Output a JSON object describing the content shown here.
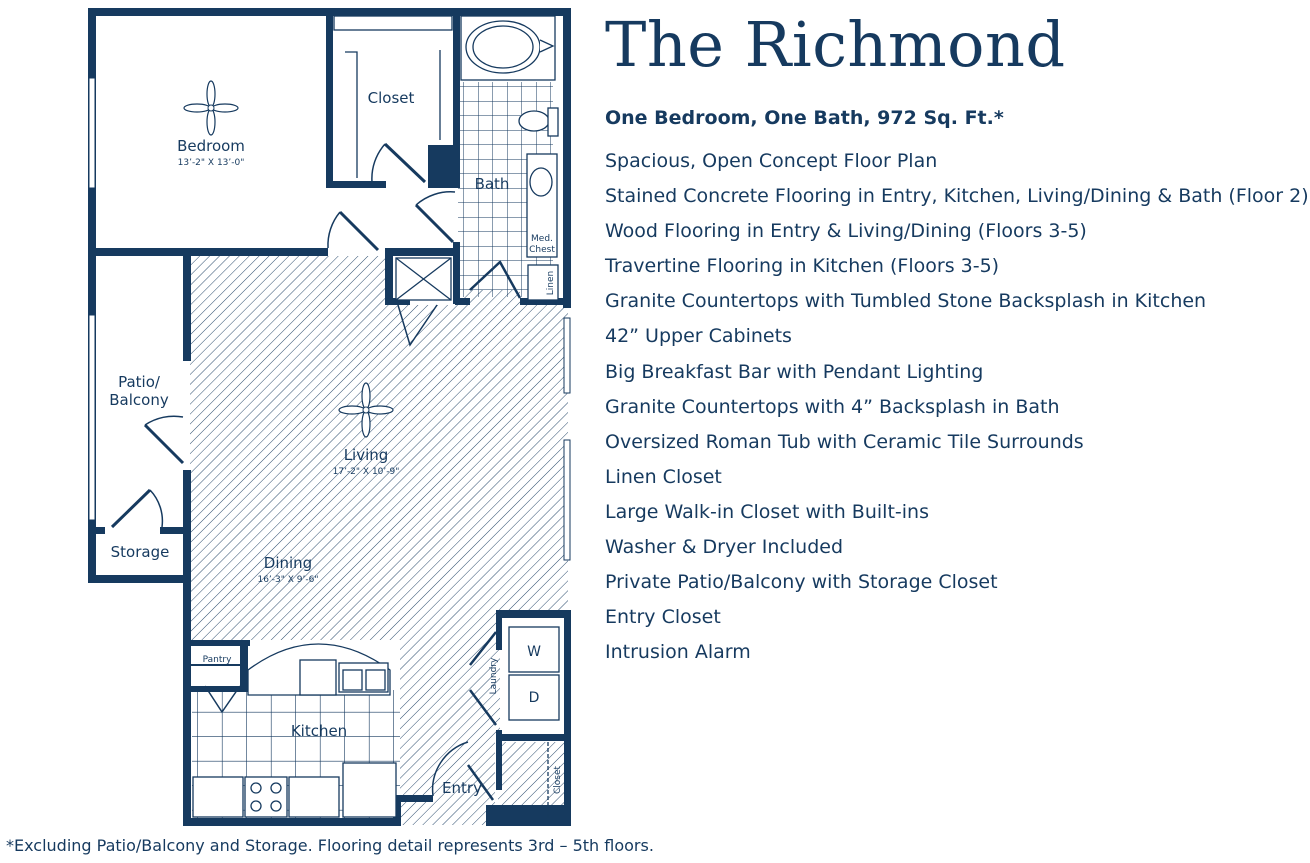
{
  "header": {
    "title": "The Richmond",
    "subtitle": "One Bedroom, One Bath, 972 Sq. Ft.*"
  },
  "features": [
    "Spacious, Open Concept Floor Plan",
    "Stained Concrete Flooring in Entry, Kitchen, Living/Dining & Bath (Floor 2)",
    "Wood Flooring in Entry & Living/Dining (Floors 3-5)",
    "Travertine Flooring in Kitchen (Floors 3-5)",
    "Granite Countertops with Tumbled Stone Backsplash in Kitchen",
    "42” Upper Cabinets",
    "Big Breakfast Bar with Pendant Lighting",
    "Granite Countertops with 4” Backsplash in Bath",
    "Oversized Roman Tub with Ceramic Tile Surrounds",
    "Linen Closet",
    "Large Walk-in Closet with Built-ins",
    "Washer & Dryer Included",
    "Private Patio/Balcony with Storage Closet",
    "Entry Closet",
    "Intrusion Alarm"
  ],
  "footnote": "*Excluding Patio/Balcony and Storage.  Flooring detail represents 3rd – 5th floors.",
  "floorplan": {
    "rooms": {
      "bedroom": {
        "label": "Bedroom",
        "dims": "13’-2\" X 13’-0\""
      },
      "closet": {
        "label": "Closet"
      },
      "bath": {
        "label": "Bath"
      },
      "med_chest": {
        "label_1": "Med.",
        "label_2": "Chest"
      },
      "linen": {
        "label": "Linen"
      },
      "patio": {
        "label_1": "Patio/",
        "label_2": "Balcony"
      },
      "storage": {
        "label": "Storage"
      },
      "living": {
        "label": "Living",
        "dims": "17’-2\" X 10’-9\""
      },
      "dining": {
        "label": "Dining",
        "dims": "16’-3\" X 9’-6\""
      },
      "pantry": {
        "label": "Pantry"
      },
      "kitchen": {
        "label": "Kitchen"
      },
      "laundry": {
        "label": "Laundry",
        "washer": "W",
        "dryer": "D"
      },
      "entry": {
        "label": "Entry"
      },
      "entry_closet": {
        "label": "Closet"
      }
    },
    "colors": {
      "wall": "#163a5f",
      "background": "#ffffff"
    }
  }
}
